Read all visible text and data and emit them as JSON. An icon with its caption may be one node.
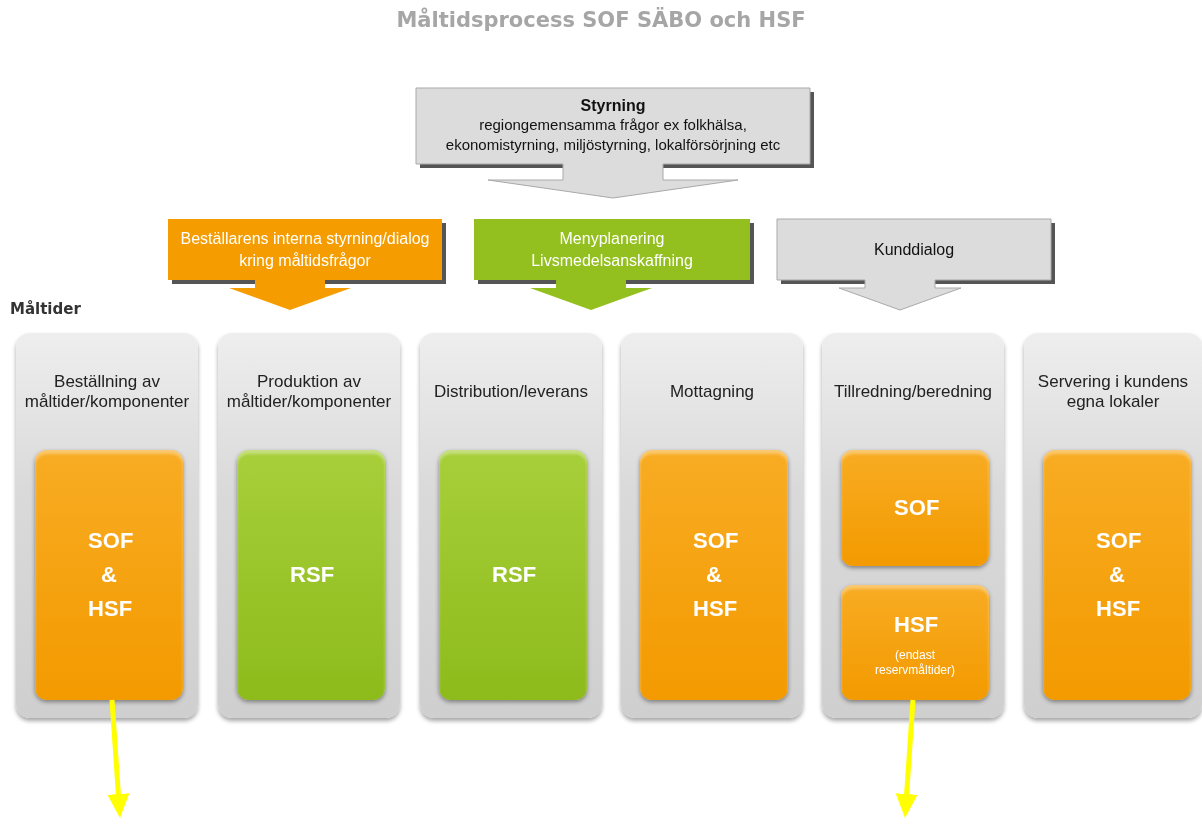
{
  "diagram": {
    "title": "Måltidsprocess SOF SÄBO och HSF",
    "nodes": [
      {
        "text": [
          "Styrning",
          "regiongemensamma frågor ex folkhälsa, ekonomistyrning, miljöstyrning, lokalförsörjning etc"
        ]
      },
      {
        "text": [
          "Beställarens interna styrning/dialog kring måltidsfrågor"
        ]
      },
      {
        "text": [
          "Menyplanering Livsmedelsanskaffning"
        ]
      },
      {
        "text": [
          "Kunddialog"
        ]
      },
      {
        "text": [
          "Beställning av måltider/komponenter"
        ]
      },
      {
        "text": [
          "SOF & HSF"
        ],
        "in": 4
      },
      {
        "text": [
          "Produktion av måltider/komponenter"
        ]
      },
      {
        "text": [
          "RSF"
        ],
        "in": 6
      },
      {
        "text": [
          "Distribution/leverans"
        ]
      },
      {
        "text": [
          "RSF"
        ],
        "in": 8
      },
      {
        "text": [
          "Mottagning"
        ]
      },
      {
        "text": [
          "SOF & HSF"
        ],
        "in": 10
      },
      {
        "text": [
          "Tillredning/beredning"
        ]
      },
      {
        "text": [
          "SOF"
        ],
        "in": 12
      },
      {
        "text": [
          "HSF",
          "(endast reservmåltider)"
        ],
        "in": 12
      },
      {
        "text": [
          "Servering i kundens egna lokaler"
        ]
      },
      {
        "text": [
          "SOF & HSF"
        ],
        "in": 15
      }
    ],
    "edges": [
      {
        "from": 5,
        "to": null,
        "arrow": "to",
        "color": "#ffff00"
      },
      {
        "from": 14,
        "to": null,
        "arrow": "to",
        "color": "#ffff00"
      }
    ],
    "labels": [
      "Måltider"
    ]
  }
}
